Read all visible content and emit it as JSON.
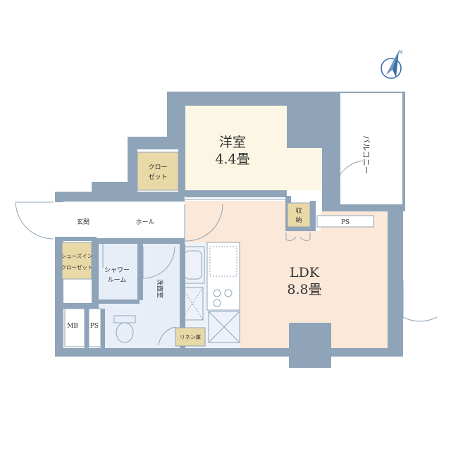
{
  "colors": {
    "wall": "#8fa4b8",
    "western_room": "#fbf7e4",
    "ldk": "#fbe8d9",
    "wet_area": "#e8eef7",
    "storage": "#e9d9a7",
    "line": "#8fa4b8",
    "compass": "#3b6fa6"
  },
  "compass": {
    "north_label": "N"
  },
  "rooms": {
    "western": {
      "name": "洋室",
      "size": "4.4畳"
    },
    "ldk": {
      "name": "LDK",
      "size": "8.8畳"
    },
    "closet": {
      "line1": "クロー",
      "line2": "ゼット"
    },
    "balcony": "バルコニー",
    "storage": {
      "line1": "収",
      "line2": "納"
    },
    "ps_top": "PS",
    "entrance": "玄関",
    "hall": "ホール",
    "shoe_closet": {
      "line1": "シューズイン",
      "line2": "クローゼット"
    },
    "shower": {
      "line1": "シャワー",
      "line2": "ルーム"
    },
    "washroom": "洗面室",
    "linen": "リネン庫",
    "mb": "MB",
    "ps_bottom": "PS"
  }
}
